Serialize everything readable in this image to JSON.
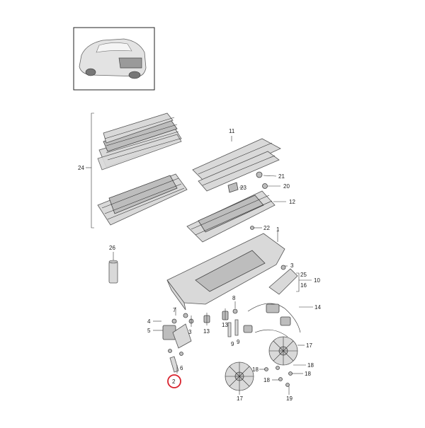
{
  "diagram": {
    "highlight_color": "#d9232e",
    "labels": {
      "p1": "1",
      "p2": "2",
      "p3": "3",
      "p4": "4",
      "p5": "5",
      "p6": "6",
      "p7": "7",
      "p8": "8",
      "p9a": "9",
      "p9b": "9",
      "p10": "10",
      "p11": "11",
      "p12": "12",
      "p13a": "13",
      "p13b": "13",
      "p14": "14",
      "p16": "16",
      "p17a": "17",
      "p17b": "17",
      "p18a": "18",
      "p18b": "18",
      "p18c": "18",
      "p18d": "18",
      "p19": "19",
      "p20": "20",
      "p21": "21",
      "p22": "22",
      "p23": "23",
      "p24": "24",
      "p25": "25",
      "p26": "26"
    }
  }
}
